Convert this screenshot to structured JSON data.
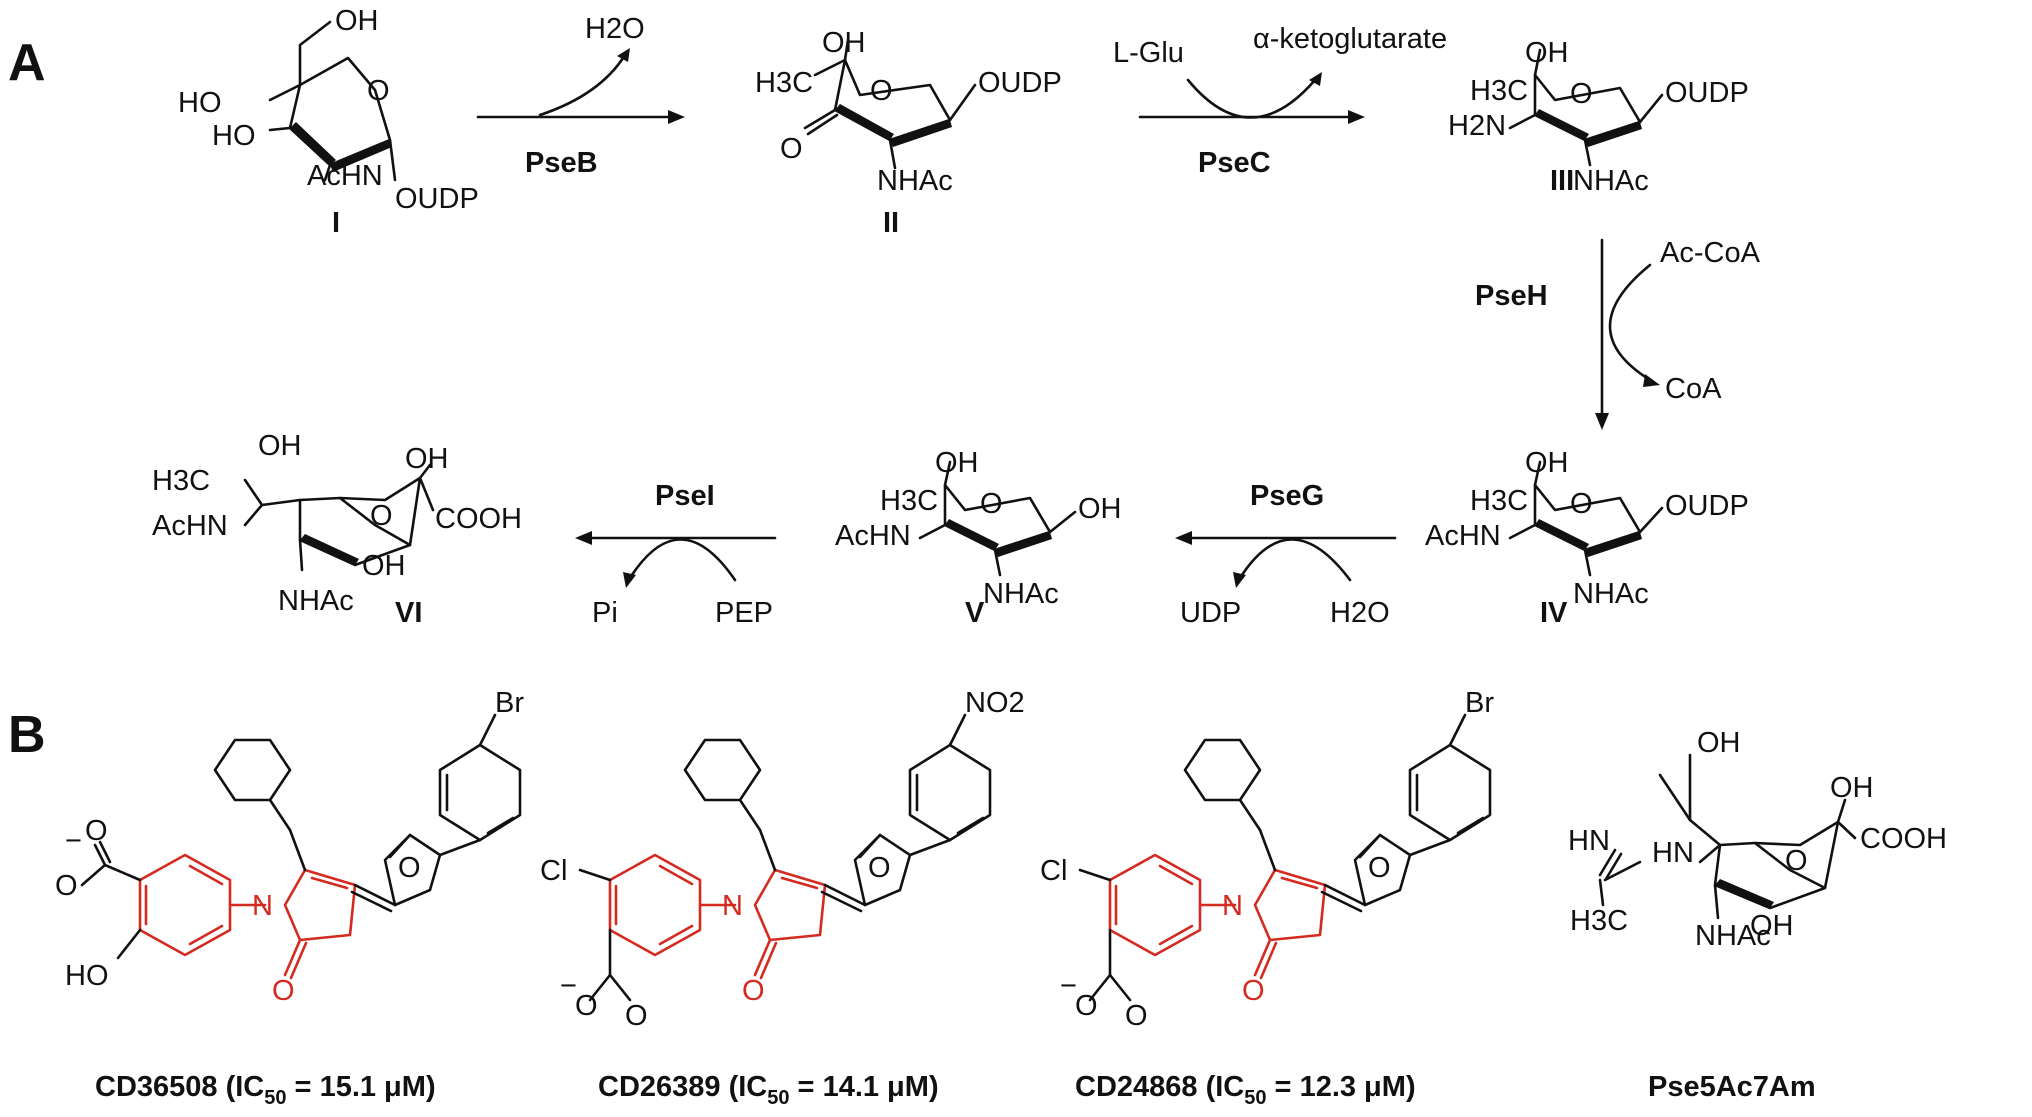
{
  "panels": {
    "a": "A",
    "b": "B"
  },
  "panel_a": {
    "compounds": {
      "I": "I",
      "II": "II",
      "III": "III",
      "IV": "IV",
      "V": "V",
      "VI": "VI"
    },
    "atoms": {
      "oh": "OH",
      "ho": "HO",
      "o": "O",
      "oudp": "OUDP",
      "achn": "AcHN",
      "nhac": "NHAc",
      "h3c": "H3C",
      "h2n": "H2N",
      "cooh": "COOH"
    },
    "steps": [
      {
        "enzyme": "PseB",
        "cofactor_out": "H2O"
      },
      {
        "enzyme": "PseC",
        "cofactor_in": "L-Glu",
        "cofactor_out": "α-ketoglutarate"
      },
      {
        "enzyme": "PseH",
        "cofactor_in": "Ac-CoA",
        "cofactor_out": "CoA"
      },
      {
        "enzyme": "PseG",
        "cofactor_in": "H2O",
        "cofactor_out": "UDP"
      },
      {
        "enzyme": "PseI",
        "cofactor_in": "PEP",
        "cofactor_out": "Pi"
      }
    ]
  },
  "panel_b": {
    "atoms": {
      "br": "Br",
      "no2": "NO2",
      "n": "N",
      "o": "O",
      "cl": "Cl",
      "ho": "HO",
      "minus": "−",
      "hn": "HN",
      "h3c": "H3C",
      "oh": "OH",
      "nhac": "NHAc",
      "cooh": "COOH"
    },
    "compounds": [
      {
        "name": "CD36508",
        "ic50": "15.1 μM"
      },
      {
        "name": "CD26389",
        "ic50": "14.1 μM"
      },
      {
        "name": "CD24868",
        "ic50": "12.3 μM"
      },
      {
        "name": "Pse5Ac7Am"
      }
    ]
  },
  "colors": {
    "core_highlight": "#d42a20",
    "ink": "#111111"
  }
}
